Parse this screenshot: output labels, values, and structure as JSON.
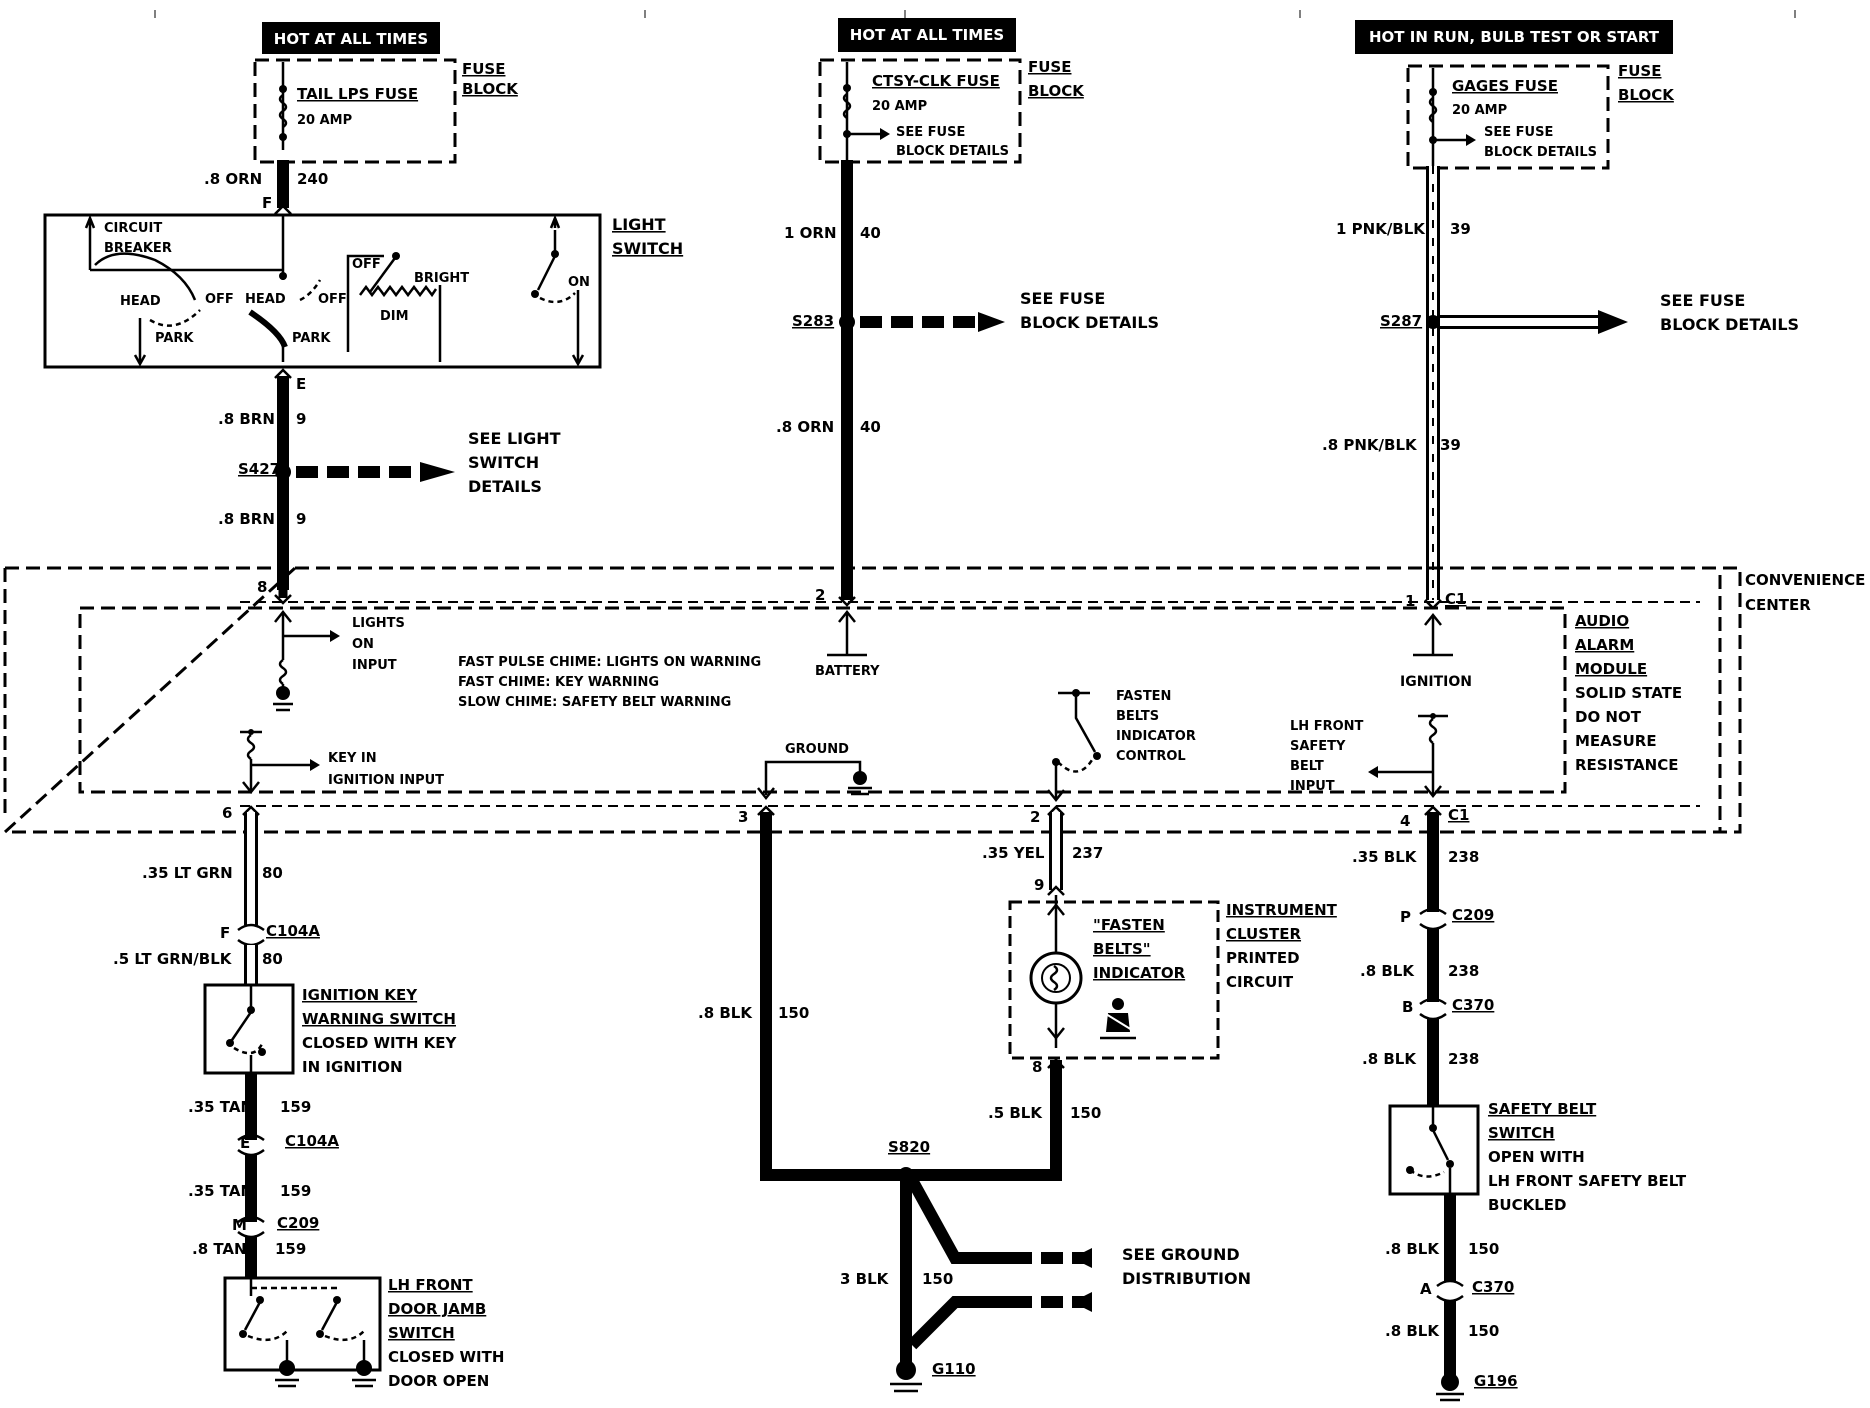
{
  "headers": {
    "left": "HOT AT ALL TIMES",
    "mid": "HOT AT ALL TIMES",
    "right": "HOT IN RUN, BULB TEST OR START"
  },
  "fuse_block_label": [
    "FUSE",
    "BLOCK"
  ],
  "fuses": {
    "tail": {
      "name": "TAIL LPS FUSE",
      "amp": "20 AMP"
    },
    "ctsy": {
      "name": "CTSY-CLK FUSE",
      "amp": "20 AMP",
      "see1": "SEE FUSE",
      "see2": "BLOCK DETAILS"
    },
    "gages": {
      "name": "GAGES FUSE",
      "amp": "20 AMP",
      "see1": "SEE FUSE",
      "see2": "BLOCK DETAILS"
    }
  },
  "light_switch": {
    "label": [
      "LIGHT",
      "SWITCH"
    ],
    "circuit_breaker": [
      "CIRCUIT",
      "BREAKER"
    ],
    "head1": "HEAD",
    "off1": "OFF",
    "park1": "PARK",
    "head2": "HEAD",
    "off2": "OFF",
    "park2": "PARK",
    "off3": "OFF",
    "bright": "BRIGHT",
    "dim": "DIM",
    "on": "ON",
    "pin_in": "F",
    "pin_out": "E"
  },
  "wires": {
    "w240": {
      "gauge": ".8 ORN",
      "num": "240"
    },
    "w9a": {
      "gauge": ".8 BRN",
      "num": "9"
    },
    "w9b": {
      "gauge": ".8 BRN",
      "num": "9"
    },
    "w40a": {
      "gauge": "1 ORN",
      "num": "40"
    },
    "w40b": {
      "gauge": ".8 ORN",
      "num": "40"
    },
    "w39a": {
      "gauge": "1 PNK/BLK",
      "num": "39"
    },
    "w39b": {
      "gauge": ".8 PNK/BLK",
      "num": "39"
    },
    "w80a": {
      "gauge": ".35 LT GRN",
      "num": "80"
    },
    "w80b": {
      "gauge": ".5 LT GRN/BLK",
      "num": "80"
    },
    "w159a": {
      "gauge": ".35 TAN",
      "num": "159"
    },
    "w159b": {
      "gauge": ".35 TAN",
      "num": "159"
    },
    "w159c": {
      "gauge": ".8 TAN",
      "num": "159"
    },
    "w150a": {
      "gauge": ".8 BLK",
      "num": "150"
    },
    "w237": {
      "gauge": ".35 YEL",
      "num": "237"
    },
    "w150b": {
      "gauge": ".5 BLK",
      "num": "150"
    },
    "w150c": {
      "gauge": "3 BLK",
      "num": "150"
    },
    "w238a": {
      "gauge": ".35 BLK",
      "num": "238"
    },
    "w238b": {
      "gauge": ".8 BLK",
      "num": "238"
    },
    "w238c": {
      "gauge": ".8 BLK",
      "num": "238"
    },
    "w150d": {
      "gauge": ".8 BLK",
      "num": "150"
    },
    "w150e": {
      "gauge": ".8 BLK",
      "num": "150"
    }
  },
  "splices": {
    "s427": "S427",
    "s283": "S283",
    "s287": "S287",
    "s820": "S820"
  },
  "see_details": {
    "light_switch": [
      "SEE LIGHT",
      "SWITCH",
      "DETAILS"
    ],
    "fuse_mid": [
      "SEE FUSE",
      "BLOCK DETAILS"
    ],
    "fuse_right": [
      "SEE FUSE",
      "BLOCK DETAILS"
    ],
    "ground": [
      "SEE GROUND",
      "DISTRIBUTION"
    ]
  },
  "convenience_center": [
    "CONVENIENCE",
    "CENTER"
  ],
  "audio_module": [
    "AUDIO",
    "ALARM",
    "MODULE",
    "SOLID STATE",
    "DO NOT",
    "MEASURE",
    "RESISTANCE"
  ],
  "module": {
    "lights_on": [
      "LIGHTS",
      "ON",
      "INPUT"
    ],
    "chimes": [
      "FAST PULSE CHIME: LIGHTS ON WARNING",
      "FAST CHIME: KEY WARNING",
      "SLOW CHIME: SAFETY BELT WARNING"
    ],
    "battery": "BATTERY",
    "ignition": "IGNITION",
    "key_in": [
      "KEY IN",
      "IGNITION INPUT"
    ],
    "ground": "GROUND",
    "fasten": [
      "FASTEN",
      "BELTS",
      "INDICATOR",
      "CONTROL"
    ],
    "lh_belt": [
      "LH FRONT",
      "SAFETY",
      "BELT",
      "INPUT"
    ]
  },
  "pins": {
    "p8": "8",
    "p2top": "2",
    "p1": "1",
    "c1top": "C1",
    "p6": "6",
    "p3": "3",
    "p2bot": "2",
    "p4": "4",
    "c1bot": "C1",
    "p9": "9",
    "p8b": "8"
  },
  "connectors": {
    "f": "F",
    "c104a_1": "C104A",
    "e": "E",
    "c104a_2": "C104A",
    "m": "M",
    "c209_1": "C209",
    "p": "P",
    "c209_2": "C209",
    "b": "B",
    "c370_1": "C370",
    "a": "A",
    "c370_2": "C370"
  },
  "ignition_key_switch": [
    "IGNITION KEY",
    "WARNING SWITCH",
    "CLOSED WITH KEY",
    "IN IGNITION"
  ],
  "door_jamb_switch": [
    "LH FRONT",
    "DOOR JAMB",
    "SWITCH",
    "CLOSED WITH",
    "DOOR OPEN"
  ],
  "instrument_cluster": [
    "INSTRUMENT",
    "CLUSTER",
    "PRINTED",
    "CIRCUIT"
  ],
  "fasten_indicator": [
    "\"FASTEN",
    "BELTS\"",
    "INDICATOR"
  ],
  "safety_belt_switch": [
    "SAFETY BELT",
    "SWITCH",
    "OPEN WITH",
    "LH FRONT SAFETY BELT",
    "BUCKLED"
  ],
  "grounds": {
    "g110": "G110",
    "g196": "G196"
  }
}
